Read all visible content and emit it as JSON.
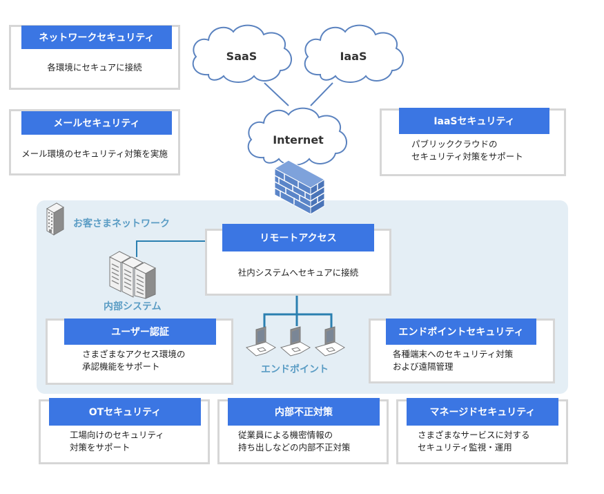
{
  "clouds": {
    "saas": "SaaS",
    "iaas": "IaaS",
    "internet": "Internet"
  },
  "colors": {
    "header_blue": "#3b76e3",
    "zone_bg": "#e4eef5",
    "label_blue": "#5a9cc4",
    "cloud_stroke": "#5a82bf",
    "line_teal": "#2a7fb0",
    "firewall": "#5b85c8"
  },
  "customer_network": {
    "label": "お客さまネットワーク",
    "internal_system_label": "内部システム",
    "endpoint_label": "エンドポイント"
  },
  "cards": {
    "network_security": {
      "title": "ネットワークセキュリティ",
      "lines": [
        "各環境にセキュアに接続"
      ]
    },
    "mail_security": {
      "title": "メールセキュリティ",
      "lines": [
        "メール環境のセキュリティ対策を実施"
      ]
    },
    "iaas_security": {
      "title": "IaaSセキュリティ",
      "lines": [
        "パブリッククラウドの",
        "セキュリティ対策をサポート"
      ]
    },
    "remote_access": {
      "title": "リモートアクセス",
      "lines": [
        "社内システムへセキュアに接続"
      ]
    },
    "user_auth": {
      "title": "ユーザー認証",
      "lines": [
        "さまざまなアクセス環境の",
        "承認機能をサポート"
      ]
    },
    "endpoint_security": {
      "title": "エンドポイントセキュリティ",
      "lines": [
        "各種端末へのセキュリティ対策",
        "および遠隔管理"
      ]
    },
    "ot_security": {
      "title": "OTセキュリティ",
      "lines": [
        "工場向けのセキュリティ",
        "対策をサポート"
      ]
    },
    "insider_threat": {
      "title": "内部不正対策",
      "lines": [
        "従業員による機密情報の",
        "持ち出しなどの内部不正対策"
      ]
    },
    "managed_security": {
      "title": "マネージドセキュリティ",
      "lines": [
        "さまざまなサービスに対する",
        "セキュリティ監視・運用"
      ]
    }
  }
}
